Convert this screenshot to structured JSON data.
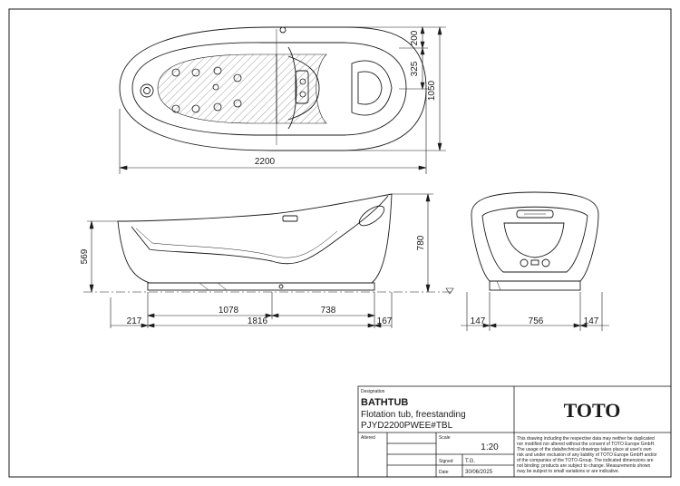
{
  "dimensions": {
    "top_view": {
      "inset_top": "200",
      "inset_mid": "325",
      "width": "1050",
      "length": "2200"
    },
    "side_view": {
      "rim_height": "569",
      "total_height": "780",
      "left_offset": "217",
      "span_1078": "1078",
      "span_738": "738",
      "span_1816": "1816",
      "right_offset": "167"
    },
    "front_view": {
      "left_offset": "147",
      "base_width": "756",
      "right_offset": "147"
    }
  },
  "title_block": {
    "designation_label": "Designation",
    "product_name": "BATHTUB",
    "description": "Flotation tub, freestanding",
    "article": "PJYD2200PWEE#TBL",
    "brand": "TOTO",
    "altered_label": "Altered",
    "scale_label": "Scale",
    "scale_value": "1:20",
    "signed_label": "Signed",
    "signed_value": "T.G.",
    "date_label": "Date",
    "date_value": "30/06/2025",
    "disclaimer_lines": [
      "This drawing including the respective data may neither be duplicated",
      "nor modified nor altered without the consent of TOTO Europe GmbH.",
      "The usage of the data/technical drawings takes place at user's own",
      "risk and under exclusion of any liability of TOTO Europe GmbH and/or",
      "of the companies of the TOTO-Group. The indicated dimensions are",
      "not binding; products are subject to change. Measurements shown",
      "may be subject to small variations or are indicative."
    ]
  },
  "colors": {
    "line": "#1a1a1a",
    "hatch": "#555555",
    "chrome": "#9a9a9a"
  }
}
